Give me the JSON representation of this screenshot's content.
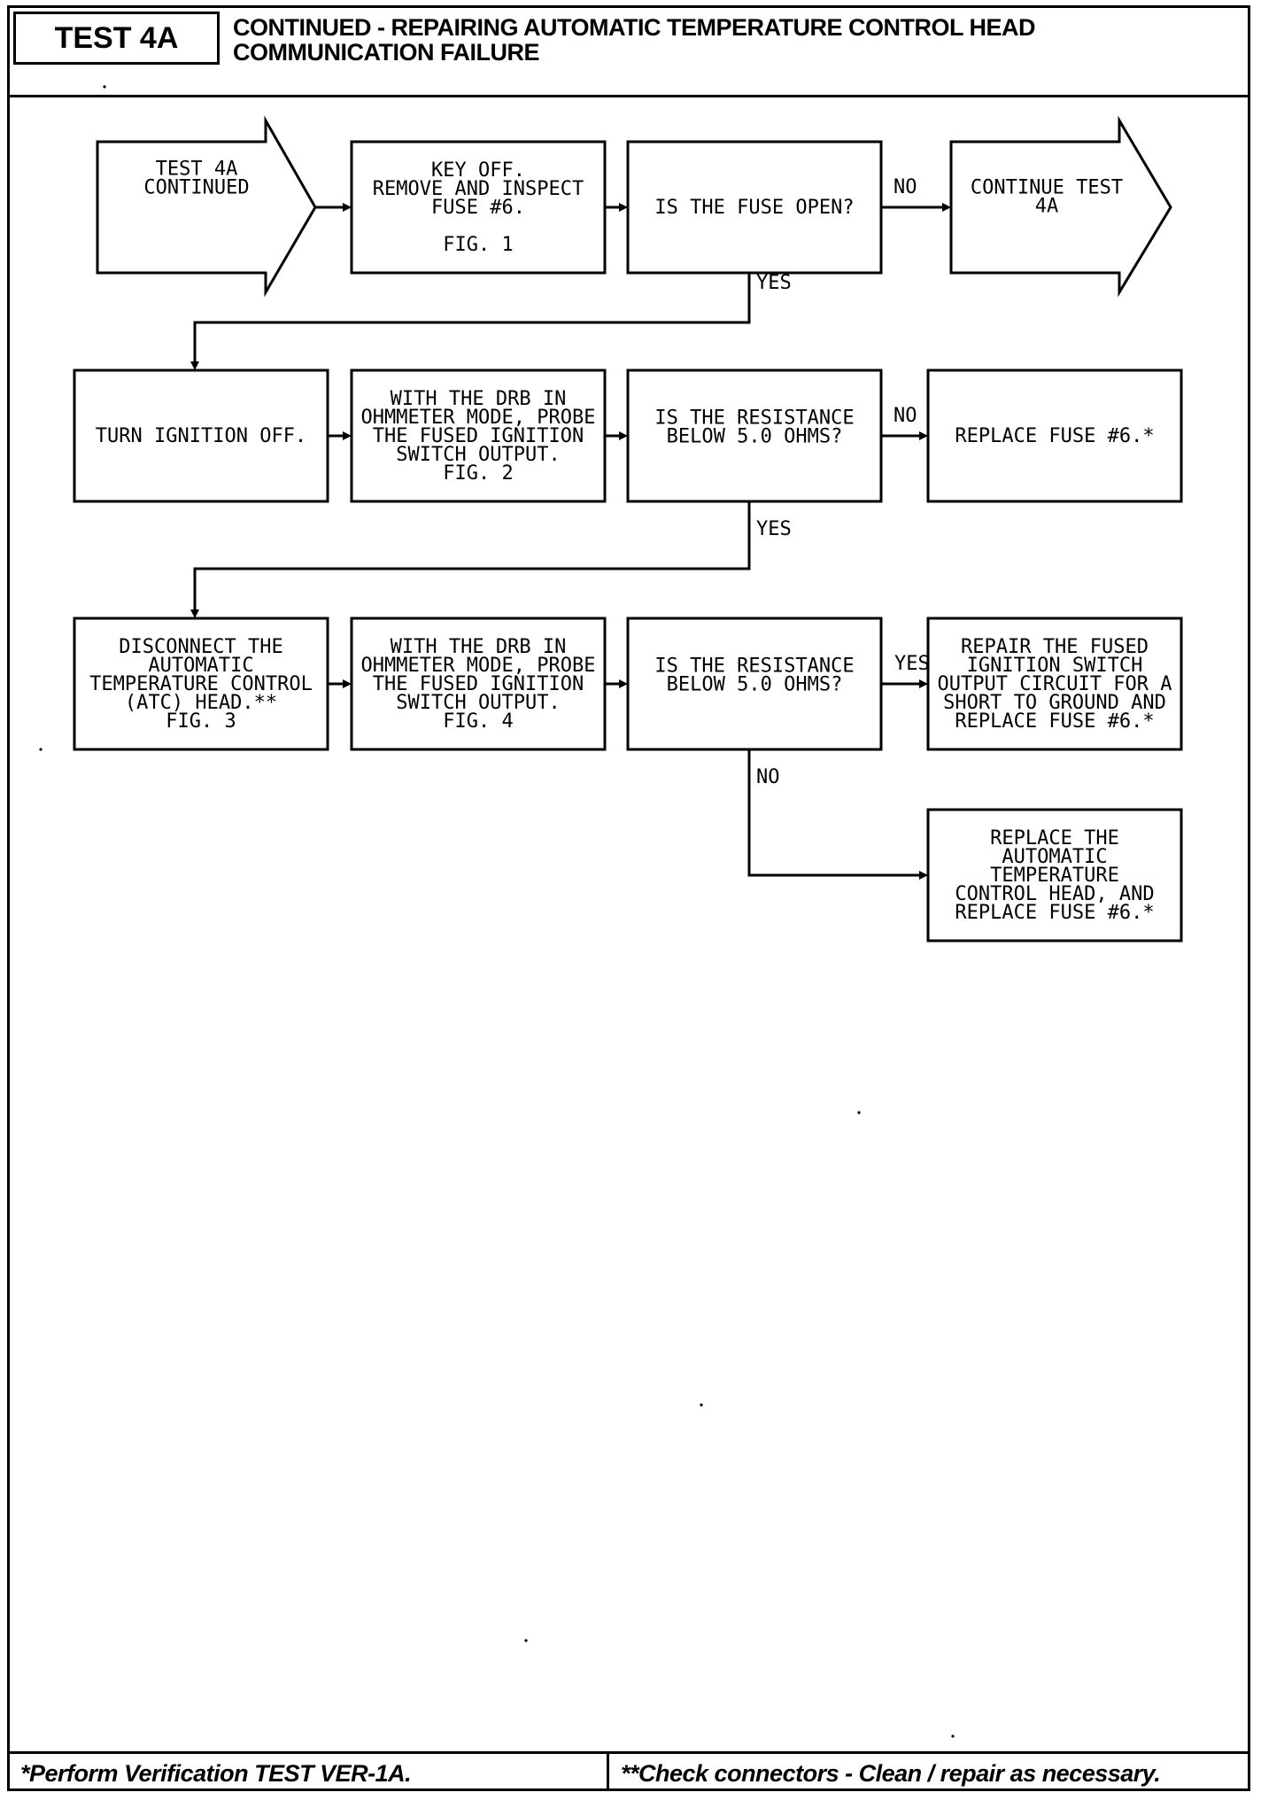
{
  "header": {
    "test_label": "TEST 4A",
    "title_line1": "CONTINUED - REPAIRING AUTOMATIC TEMPERATURE CONTROL HEAD",
    "title_line2": "COMMUNICATION FAILURE"
  },
  "nodes": {
    "start": [
      "TEST 4A",
      "CONTINUED"
    ],
    "key_off": [
      "KEY OFF.",
      "REMOVE AND INSPECT",
      "FUSE #6.",
      "",
      "FIG. 1"
    ],
    "fuse_open": [
      "IS THE FUSE OPEN?"
    ],
    "continue": [
      "CONTINUE TEST",
      "4A"
    ],
    "ign_off": [
      "TURN IGNITION OFF."
    ],
    "probe1": [
      "WITH THE DRB IN",
      "OHMMETER MODE, PROBE",
      "THE FUSED IGNITION",
      "SWITCH OUTPUT.",
      "FIG. 2"
    ],
    "res1": [
      "IS THE RESISTANCE",
      "BELOW 5.0 OHMS?"
    ],
    "replace_fuse": [
      "REPLACE FUSE #6.*"
    ],
    "disconnect": [
      "DISCONNECT THE",
      "AUTOMATIC",
      "TEMPERATURE CONTROL",
      "(ATC) HEAD.**",
      "FIG. 3"
    ],
    "probe2": [
      "WITH THE DRB IN",
      "OHMMETER MODE, PROBE",
      "THE FUSED IGNITION",
      "SWITCH OUTPUT.",
      "FIG. 4"
    ],
    "res2": [
      "IS THE RESISTANCE",
      "BELOW 5.0 OHMS?"
    ],
    "repair": [
      "REPAIR THE FUSED",
      "IGNITION SWITCH",
      "OUTPUT CIRCUIT FOR A",
      "SHORT TO GROUND AND",
      "REPLACE FUSE #6.*"
    ],
    "replace_atc": [
      "REPLACE THE",
      "AUTOMATIC",
      "TEMPERATURE",
      "CONTROL HEAD, AND",
      "REPLACE FUSE #6.*"
    ]
  },
  "edge_labels": {
    "fuse_open_no": "NO",
    "fuse_open_yes": "YES",
    "res1_no": "NO",
    "res1_yes": "YES",
    "res2_yes": "YES",
    "res2_no": "NO"
  },
  "footer": {
    "left": "*Perform Verification TEST VER-1A.",
    "right": "**Check connectors - Clean / repair as necessary."
  }
}
